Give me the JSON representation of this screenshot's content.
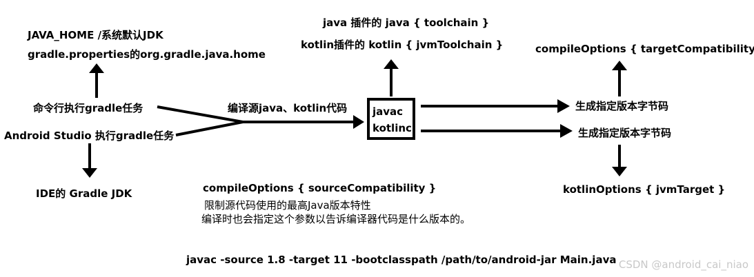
{
  "labels": {
    "java_home": "JAVA_HOME /系统默认JDK",
    "gradle_properties": "gradle.properties的org.gradle.java.home",
    "cmd_gradle_task": "命令行执行gradle任务",
    "as_gradle_task": "Android Studio 执行gradle任务",
    "ide_gradle_jdk": "IDE的 Gradle JDK",
    "compile_source": "编译源java、kotlin代码",
    "java_toolchain": "java 插件的 java { toolchain }",
    "kotlin_toolchain": "kotlin插件的 kotlin { jvmToolchain }",
    "javac": "javac",
    "kotlinc": "kotlinc",
    "target_compat": "compileOptions { targetCompatibility }",
    "gen_bytecode_1": "生成指定版本字节码",
    "gen_bytecode_2": "生成指定版本字节码",
    "jvm_target": "kotlinOptions { jvmTarget }",
    "source_compat": "compileOptions { sourceCompatibility }",
    "source_note_1": "限制源代码使用的最高Java版本特性",
    "source_note_2": "编译时也会指定这个参数以告诉编译器代码是什么版本的。",
    "command": "javac -source 1.8 -target 11 -bootclasspath /path/to/android-jar Main.java",
    "watermark": "CSDN @android_cai_niao"
  }
}
